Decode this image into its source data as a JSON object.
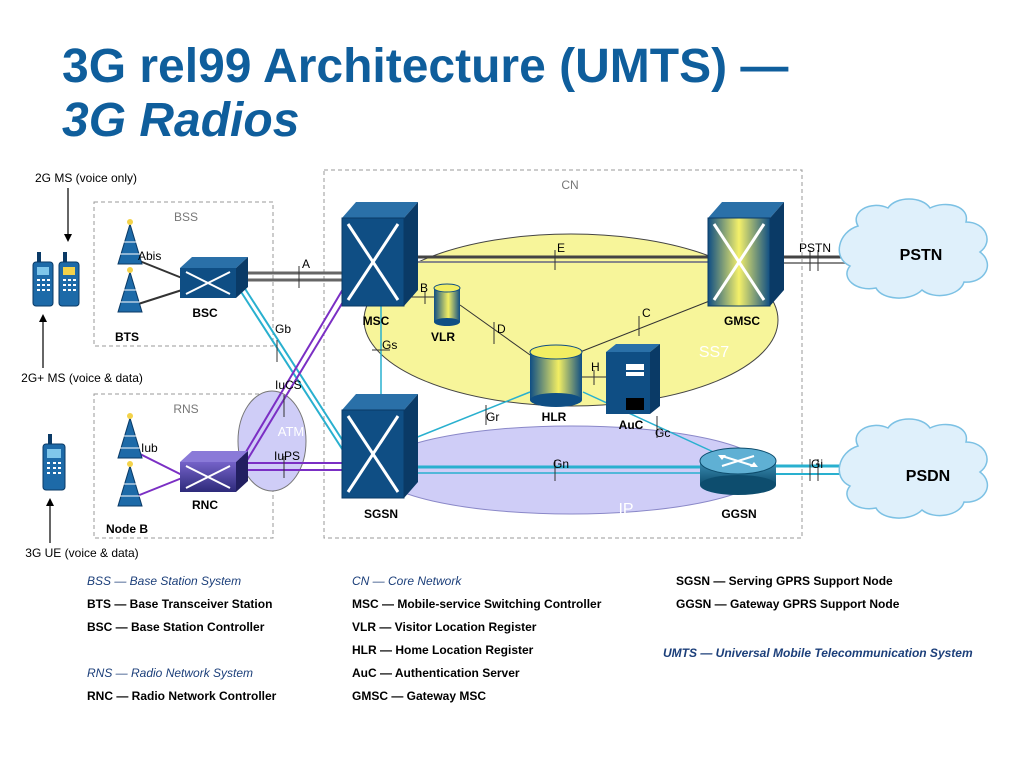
{
  "title": {
    "line1": "3G rel99 Architecture (UMTS) —",
    "line2": "3G Radios"
  },
  "diagram": {
    "terminals": {
      "ms2g": "2G MS (voice only)",
      "ms2gplus": "2G+ MS (voice & data)",
      "ue3g": "3G UE (voice & data)"
    },
    "groups": {
      "bss": "BSS",
      "rns": "RNS",
      "cn": "CN",
      "ss7": "SS7",
      "ip": "IP",
      "atm": "ATM"
    },
    "nodes": {
      "bts": "BTS",
      "bsc": "BSC",
      "rnc": "RNC",
      "nodeb": "Node B",
      "msc": "MSC",
      "vlr": "VLR",
      "hlr": "HLR",
      "auc": "AuC",
      "gmsc": "GMSC",
      "sgsn": "SGSN",
      "ggsn": "GGSN",
      "pstn": "PSTN",
      "psdn": "PSDN"
    },
    "interfaces": {
      "abis": "Abis",
      "a": "A",
      "gb": "Gb",
      "iucs": "IuCS",
      "iups": "IuPS",
      "iub": "Iub",
      "b": "B",
      "c": "C",
      "d": "D",
      "e": "E",
      "h": "H",
      "gs": "Gs",
      "gr": "Gr",
      "gc": "Gc",
      "gn": "Gn",
      "gi": "Gi",
      "pstn": "PSTN"
    }
  },
  "legend": {
    "col1": [
      {
        "text": "BSS — Base Station System",
        "style": "italic"
      },
      {
        "text": "BTS — Base Transceiver Station",
        "style": "bold"
      },
      {
        "text": "BSC — Base Station Controller",
        "style": "bold"
      },
      {
        "text": "",
        "style": "spacer"
      },
      {
        "text": "RNS — Radio Network System",
        "style": "italic"
      },
      {
        "text": "RNC — Radio Network Controller",
        "style": "bold"
      }
    ],
    "col2": [
      {
        "text": "CN — Core Network",
        "style": "italic"
      },
      {
        "text": "MSC — Mobile-service Switching Controller",
        "style": "bold"
      },
      {
        "text": "VLR — Visitor Location Register",
        "style": "bold"
      },
      {
        "text": "HLR — Home Location Register",
        "style": "bold"
      },
      {
        "text": "AuC — Authentication Server",
        "style": "bold"
      },
      {
        "text": "GMSC — Gateway MSC",
        "style": "bold"
      }
    ],
    "col3": [
      {
        "text": "SGSN — Serving GPRS Support Node",
        "style": "bold"
      },
      {
        "text": "GGSN — Gateway GPRS Support Node",
        "style": "bold"
      }
    ],
    "umts": "UMTS — Universal Mobile Telecommunication System"
  },
  "colors": {
    "title": "#0f5e9c",
    "node_blue": "#0f4e84",
    "ss7_fill": "#f7f59a",
    "ip_fill": "#cfcdf7",
    "cyan_link": "#29b0cf",
    "purple_link": "#7b2fc4",
    "cloud": "#dff0fb"
  }
}
